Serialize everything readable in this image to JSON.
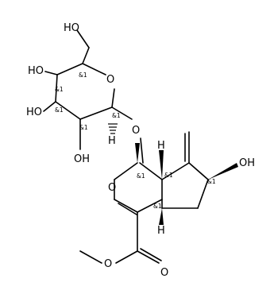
{
  "molecule": {
    "atom_labels": {
      "ho_ch2": "HO",
      "ho_c4": "HO",
      "ho_c3": "HO",
      "ho_c2": "OH",
      "o_ring_sugar": "O",
      "o_glyco": "O",
      "o_pyran": "O",
      "oh_cyclopentane": "OH",
      "o_ester": "O",
      "o_carbonyl": "O",
      "h_c1": "H",
      "h_c7a": "H",
      "h_c4a": "H"
    },
    "stereo_label": "&1"
  }
}
